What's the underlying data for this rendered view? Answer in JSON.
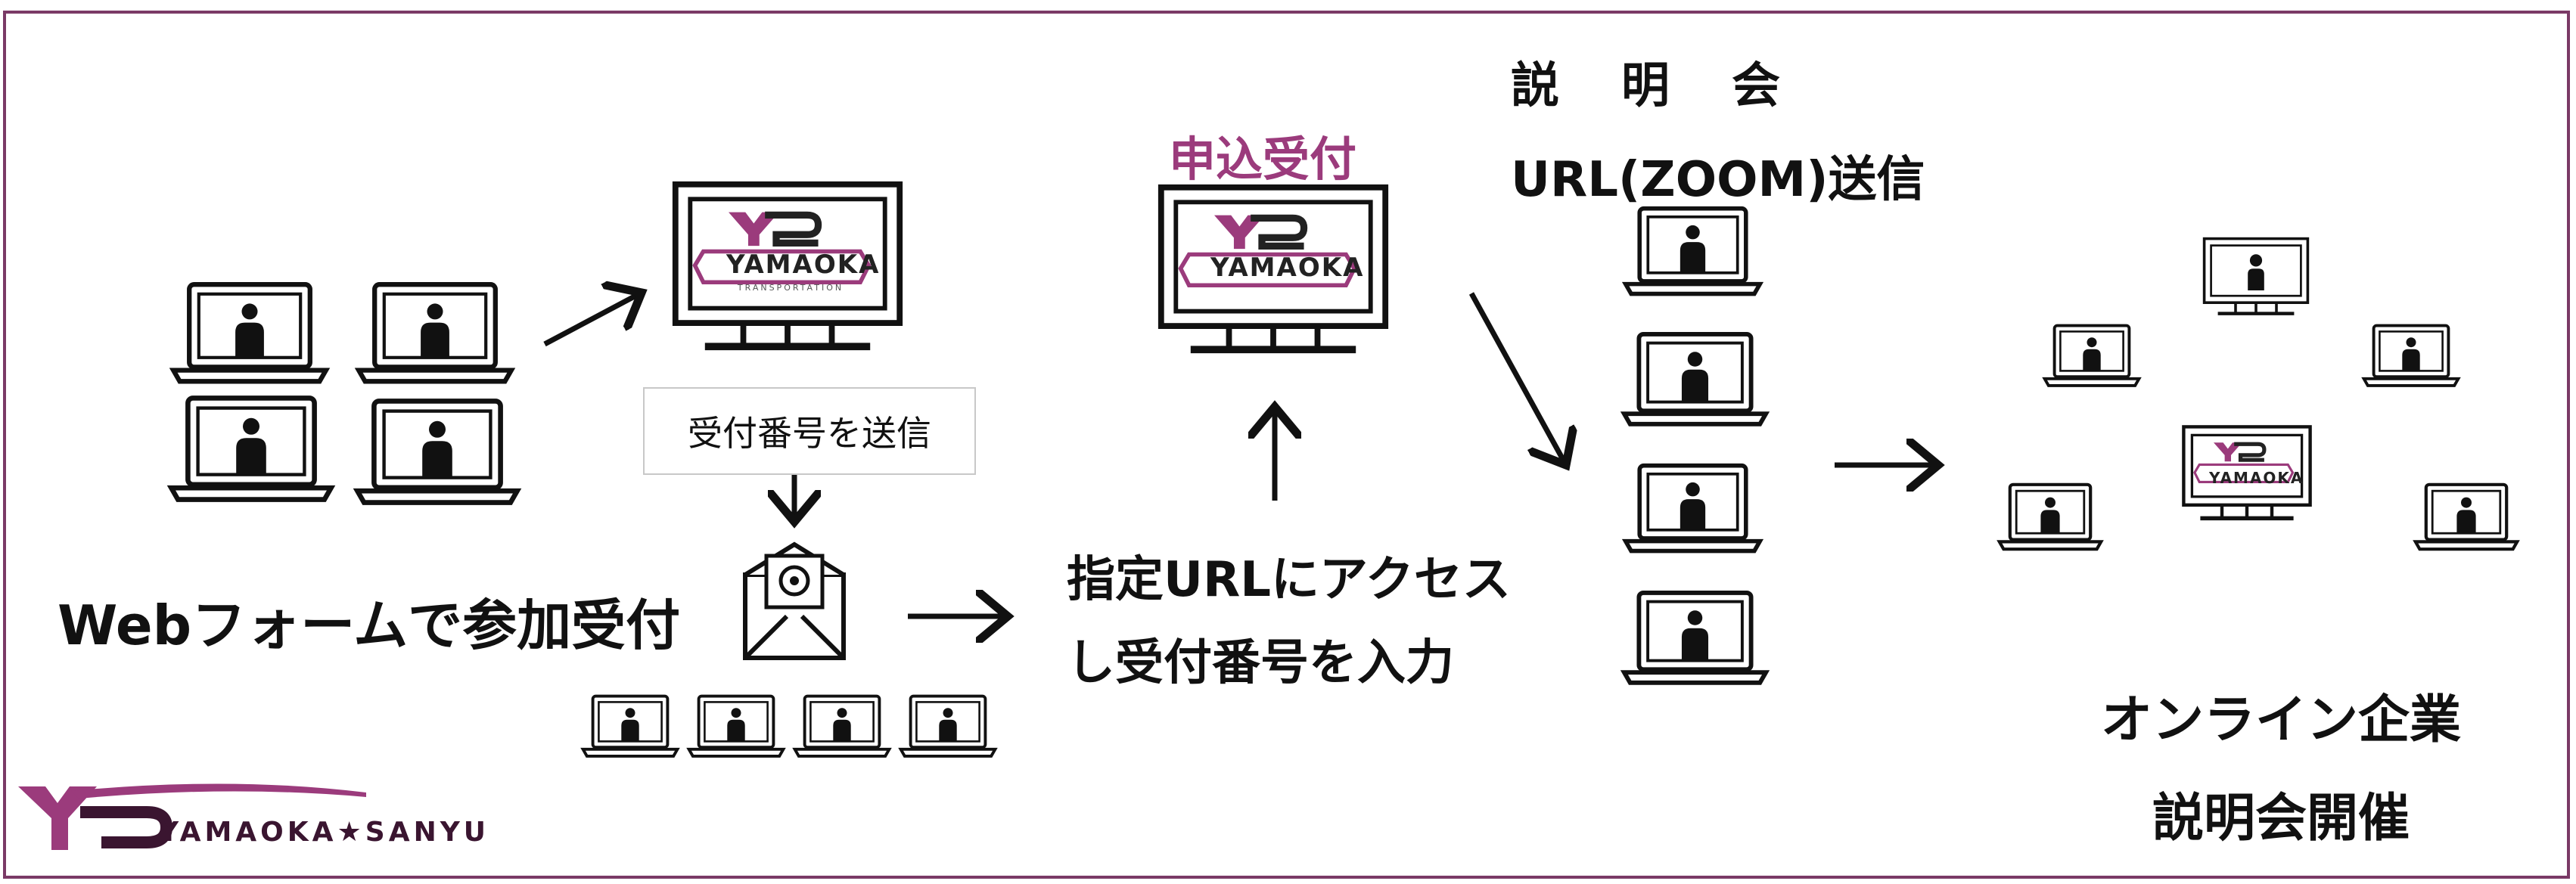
{
  "brand": {
    "logo_letters": "YS",
    "screen_logo_text": "YAMAOKA",
    "screen_logo_sub": "TRANSPORTATION",
    "company_name": "YAMAOKA★SANYU",
    "accent_color": "#9b3b7c",
    "frame_color": "#7a3a66"
  },
  "steps": {
    "web_form": "Webフォームで参加受付",
    "send_number": "受付番号を送信",
    "email_icon": "envelope-at-icon",
    "apply_reception": "申込受付",
    "access_line1": "指定URLにアクセス",
    "access_line2": "し受付番号を入力",
    "url_title": "説明会",
    "url_send": "URL(ZOOM)送信",
    "online_line1": "オンライン企業",
    "online_line2": "説明会開催"
  },
  "icons": {
    "laptop": "laptop-user-icon",
    "monitor": "monitor-icon",
    "arrow": "arrow-icon"
  }
}
